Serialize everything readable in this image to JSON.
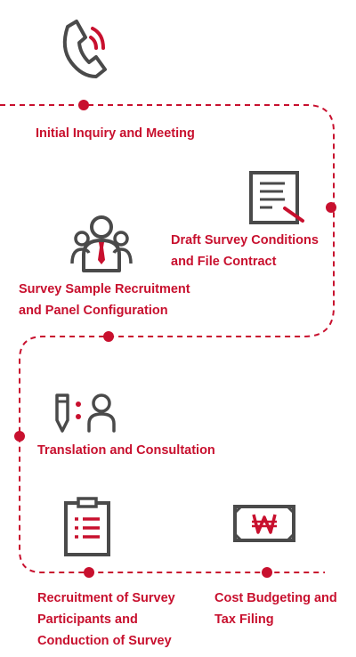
{
  "colors": {
    "accent": "#c8102e",
    "icon": "#4a4a4a"
  },
  "steps": [
    {
      "icon": "phone-icon",
      "lines": [
        "Initial Inquiry and Meeting"
      ]
    },
    {
      "icon": "document-contract-icon",
      "lines": [
        "Draft Survey Conditions",
        "and File Contract"
      ]
    },
    {
      "icon": "team-icon",
      "lines": [
        "Survey Sample Recruitment",
        "and Panel Configuration"
      ]
    },
    {
      "icon": "pen-person-icon",
      "lines": [
        "Translation and Consultation"
      ]
    },
    {
      "icon": "clipboard-checklist-icon",
      "lines": [
        "Recruitment of Survey",
        "Participants and",
        "Conduction of Survey"
      ]
    },
    {
      "icon": "won-banknote-icon",
      "lines": [
        "Cost Budgeting and",
        "Tax Filing"
      ]
    }
  ]
}
